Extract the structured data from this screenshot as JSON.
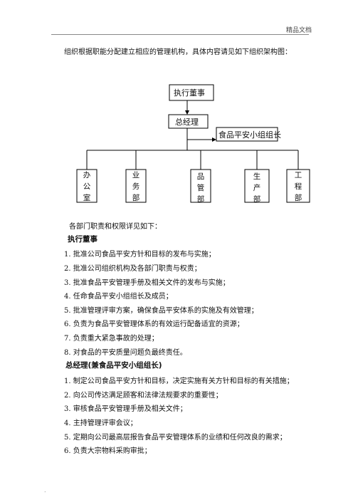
{
  "header": {
    "label": "精品文档"
  },
  "intro": "组织根据职能分配建立相应的管理机构，具体内容请见如下组织架构图：",
  "org": {
    "chairman": "执行董事",
    "gm": "总经理",
    "food_safety": "食品平安小组组长",
    "depts": [
      "办\n公\n室",
      "业\n务\n部",
      "品\n管\n部",
      "生\n产\n部",
      "工\n程\n部"
    ]
  },
  "dept_intro": "各部门职责和权限详见如下：",
  "section1": {
    "title": "执行董事",
    "items": [
      "1.  批准公司食品平安方针和目标的发布与实施；",
      "2.  批准公司组织机构及各部门职责与权责；",
      "3.  批准食品平安管理手册及相关文件的发布与实施；",
      "4.  任命食品平安小组组长及成员；",
      "5.  批准管理评审方案，确保食品平安体系的实施及有效管理；",
      "6.  负责为食品平安管理体系的有效运行配备适宜的资源；",
      "7.  负责重大紧急事故的处理；",
      "8.  对食品的平安质量问题负最终责任。"
    ]
  },
  "section2": {
    "title": "总经理(兼食品平安小组组长)",
    "items": [
      "1.  制定公司食品平安方针和目标，决定实施有关方针和目标的有关措施；",
      "2.  向公司传达满足顾客和法律法规要求的重要性；",
      "3.  审核食品平安管理手册及相关文件；",
      "4.  主持管理评审会议；",
      "5.  定期向公司最高层报告食品平安管理体系的业绩和任何改良的需求；",
      "6.  负责大宗物料采购审批；"
    ]
  },
  "footer": {
    "dot": "."
  }
}
